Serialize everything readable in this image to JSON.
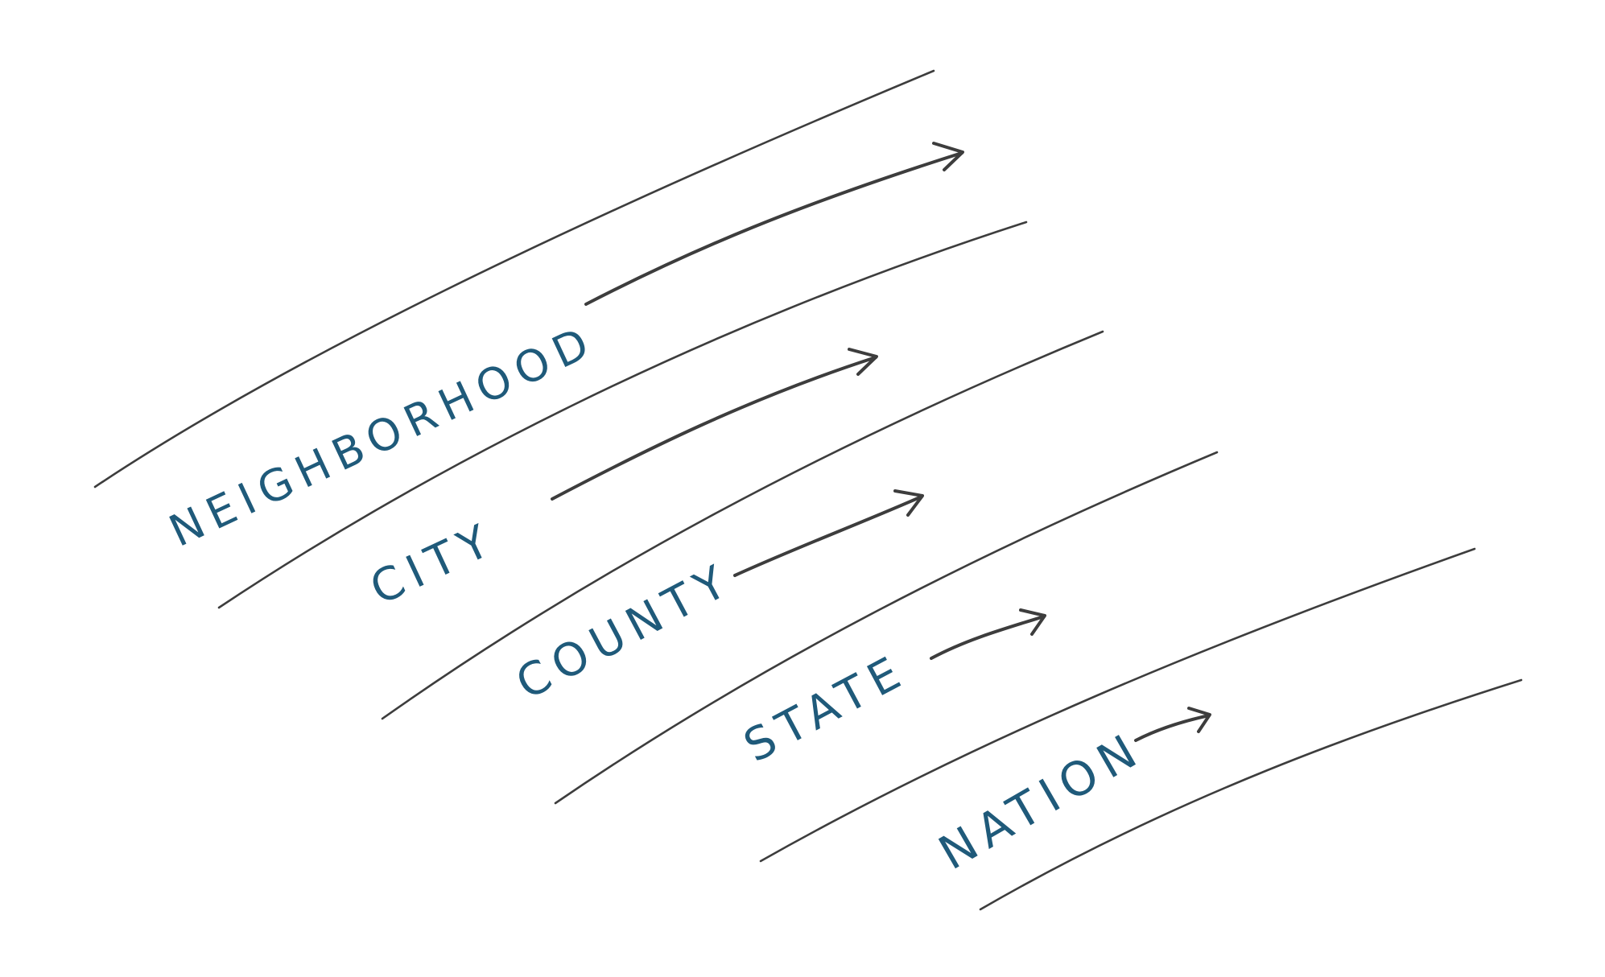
{
  "diagram": {
    "text_color": "#1f5a7a",
    "line_color": "#3d3d3d",
    "background": "#ffffff",
    "levels": [
      {
        "id": "neighborhood",
        "label": "NEIGHBORHOOD"
      },
      {
        "id": "city",
        "label": "CITY"
      },
      {
        "id": "county",
        "label": "COUNTY"
      },
      {
        "id": "state",
        "label": "STATE"
      },
      {
        "id": "nation",
        "label": "NATION"
      }
    ],
    "arrow_icon": "arrow-right-icon"
  }
}
